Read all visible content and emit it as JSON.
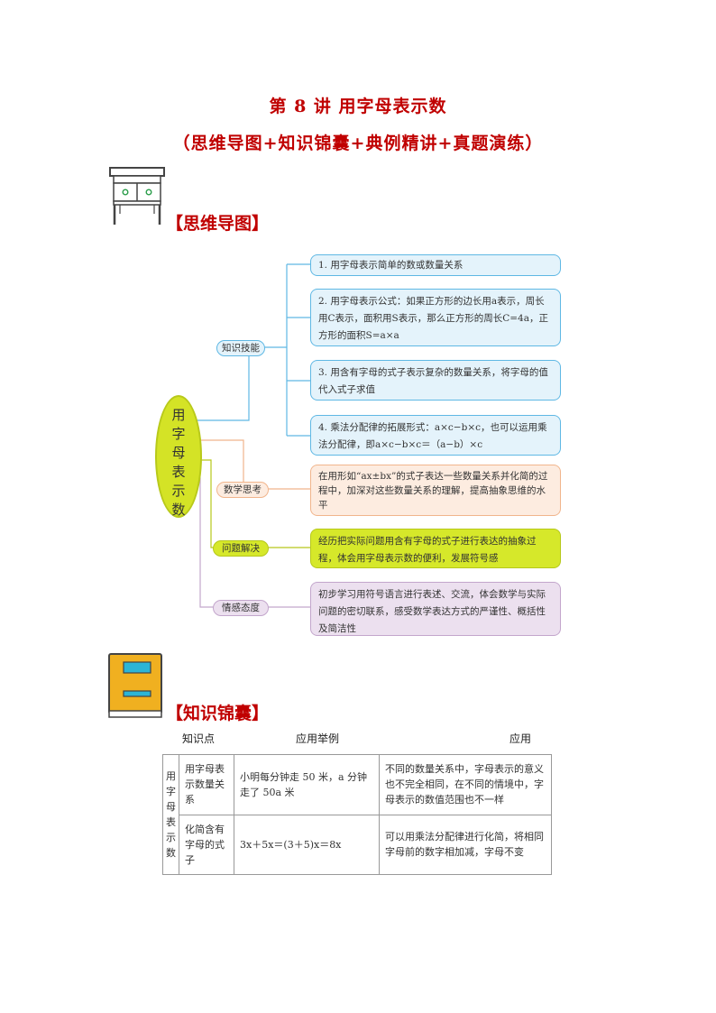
{
  "page": {
    "title": "第 8 讲  用字母表示数",
    "subtitle": "（思维导图+知识锦囊+典例精讲+真题演练）"
  },
  "sections": {
    "mindmap_header": "【思维导图】",
    "knowledge_header": "【知识锦囊】"
  },
  "mindmap": {
    "root": [
      "用",
      "字",
      "母",
      "表",
      "示",
      "数"
    ],
    "branches": [
      {
        "label": "知识技能",
        "items": [
          "1. 用字母表示简单的数或数量关系",
          "2. 用字母表示公式：如果正方形的边长用a表示，周长用C表示，面积用S表示，那么正方形的周长C=4a，正方形的面积S=a×a",
          "3. 用含有字母的式子表示复杂的数量关系，将字母的值代入式子求值",
          "4. 乘法分配律的拓展形式：a×c−b×c，也可以运用乘法分配律，即a×c−b×c＝（a−b）×c"
        ]
      },
      {
        "label": "数学思考",
        "items": [
          "在用形如“ax±bx”的式子表达一些数量关系并化简的过程中，加深对这些数量关系的理解，提高抽象思维的水平"
        ]
      },
      {
        "label": "问题解决",
        "items": [
          "经历把实际问题用含有字母的式子进行表达的抽象过程，体会用字母表示数的便利，发展符号感"
        ]
      },
      {
        "label": "情感态度",
        "items": [
          "初步学习用符号语言进行表述、交流，体会数学与实际问题的密切联系，感受数学表达方式的严谨性、概括性及简洁性"
        ]
      }
    ]
  },
  "table": {
    "headers": [
      "知识点",
      "应用举例",
      "应用"
    ],
    "category": "用字母表示数",
    "rows": [
      {
        "point": "用字母表示数量关系",
        "example": "小明每分钟走 50 米，a 分钟走了 50a 米",
        "application": "不同的数量关系中，字母表示的意义也不完全相同，在不同的情境中，字母表示的数值范围也不一样"
      },
      {
        "point": "化简含有字母的式子",
        "example": "3x＋5x＝(3＋5)x＝8x",
        "application": "可以用乘法分配律进行化简，将相同字母前的数字相加减，字母不变"
      }
    ]
  }
}
